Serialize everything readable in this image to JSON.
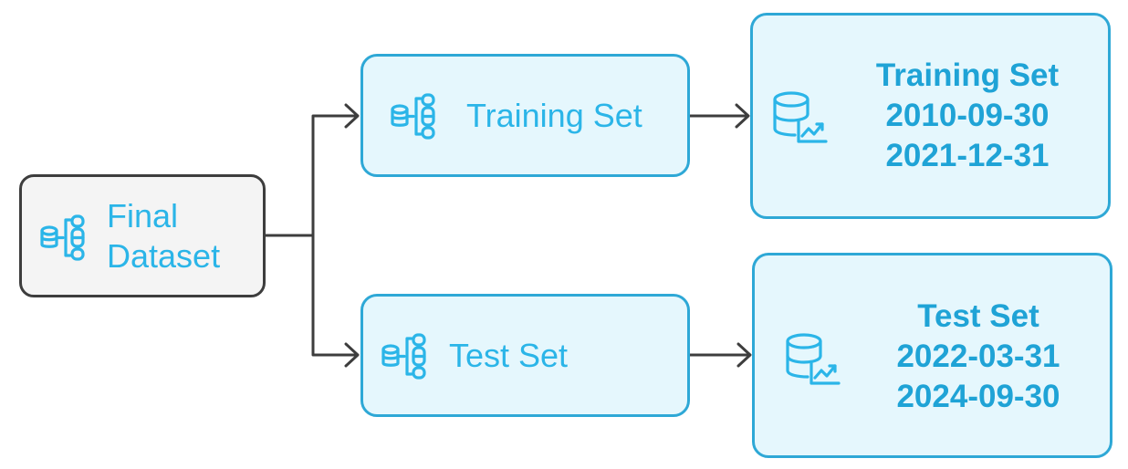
{
  "colors": {
    "accent": "#2ea8d6",
    "accent_text": "#2bb5e8",
    "accent_fill": "#e5f7fd",
    "neutral_border": "#3d3d3d",
    "neutral_fill": "#f4f4f4",
    "connector": "#3d3d3d"
  },
  "nodes": {
    "final_dataset": {
      "line1": "Final",
      "line2": "Dataset",
      "icon": "database-split-icon"
    },
    "training_set": {
      "label": "Training Set",
      "icon": "database-split-icon"
    },
    "test_set": {
      "label": "Test Set",
      "icon": "database-split-icon"
    },
    "training_range": {
      "title": "Training Set",
      "start": "2010-09-30",
      "end": "2021-12-31",
      "icon": "database-chart-icon"
    },
    "test_range": {
      "title": "Test Set",
      "start": "2022-03-31",
      "end": "2024-09-30",
      "icon": "database-chart-icon"
    }
  },
  "edges": [
    {
      "from": "final_dataset",
      "to": "training_set"
    },
    {
      "from": "final_dataset",
      "to": "test_set"
    },
    {
      "from": "training_set",
      "to": "training_range"
    },
    {
      "from": "test_set",
      "to": "test_range"
    }
  ]
}
